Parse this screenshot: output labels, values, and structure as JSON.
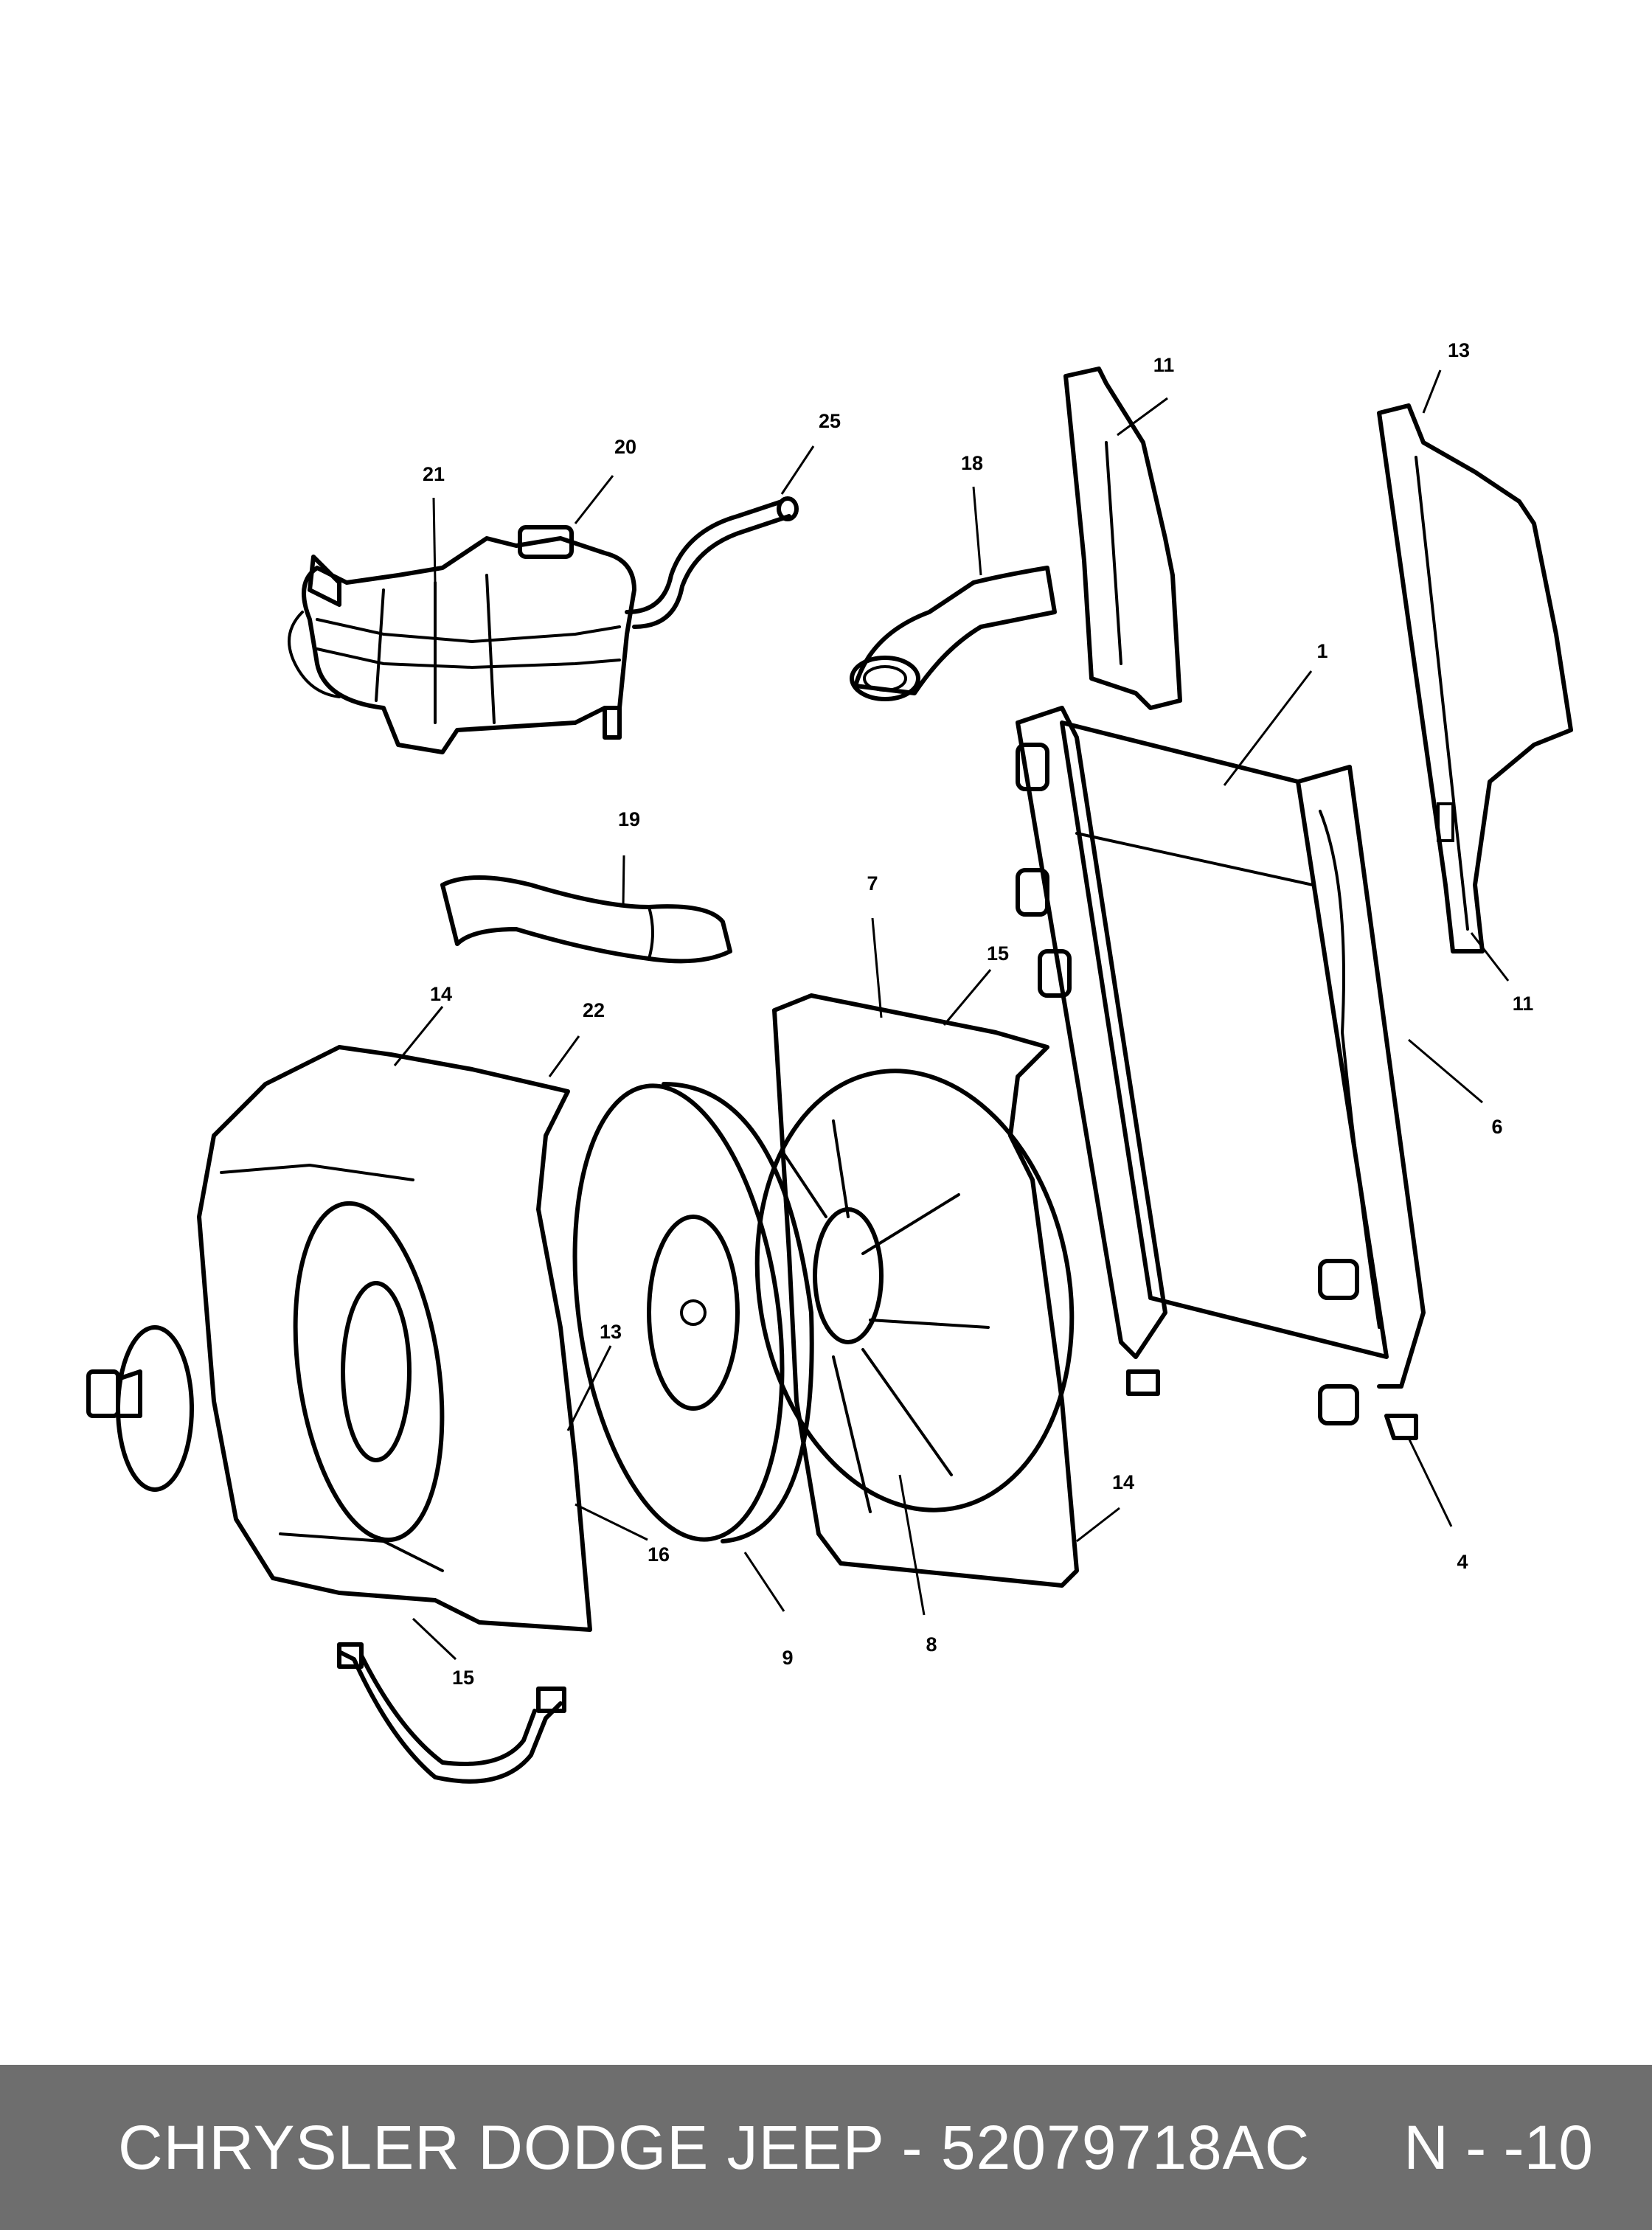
{
  "callouts": [
    {
      "id": "c1",
      "text": "1"
    },
    {
      "id": "c4",
      "text": "4"
    },
    {
      "id": "c6",
      "text": "6"
    },
    {
      "id": "c7",
      "text": "7"
    },
    {
      "id": "c8",
      "text": "8"
    },
    {
      "id": "c9",
      "text": "9"
    },
    {
      "id": "c11a",
      "text": "11"
    },
    {
      "id": "c11b",
      "text": "11"
    },
    {
      "id": "c13a",
      "text": "13"
    },
    {
      "id": "c13b",
      "text": "13"
    },
    {
      "id": "c14a",
      "text": "14"
    },
    {
      "id": "c14b",
      "text": "14"
    },
    {
      "id": "c15a",
      "text": "15"
    },
    {
      "id": "c15b",
      "text": "15"
    },
    {
      "id": "c16",
      "text": "16"
    },
    {
      "id": "c18",
      "text": "18"
    },
    {
      "id": "c19",
      "text": "19"
    },
    {
      "id": "c20",
      "text": "20"
    },
    {
      "id": "c21",
      "text": "21"
    },
    {
      "id": "c22",
      "text": "22"
    },
    {
      "id": "c25",
      "text": "25"
    }
  ],
  "footer": {
    "title": "CHRYSLER DODGE JEEP - 52079718AC",
    "page": "N - -10"
  }
}
